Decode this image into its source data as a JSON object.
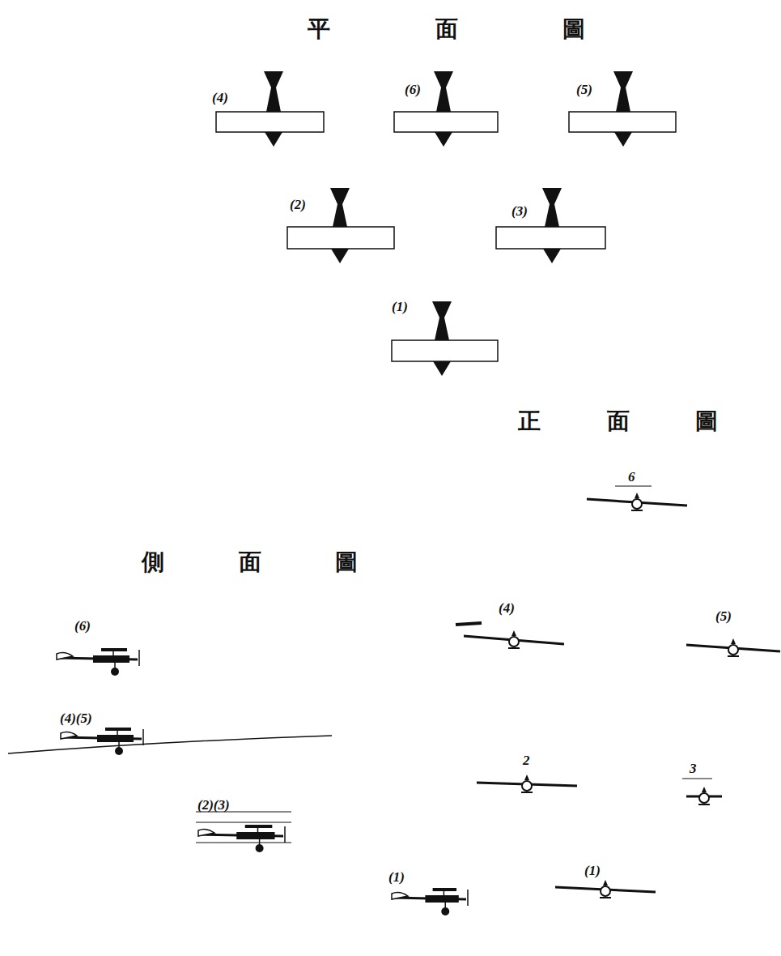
{
  "diagram": {
    "labels": [
      "平 面 圖",
      "正 面 圖",
      "側 面 圖",
      "(4)",
      "(6)",
      "(5)",
      "(2)",
      "(3)",
      "(1)",
      "6",
      "(4)",
      "(5)",
      "2",
      "3",
      "(1)",
      "(6)",
      "(4)(5)",
      "(2)(3)",
      "(1)"
    ]
  }
}
